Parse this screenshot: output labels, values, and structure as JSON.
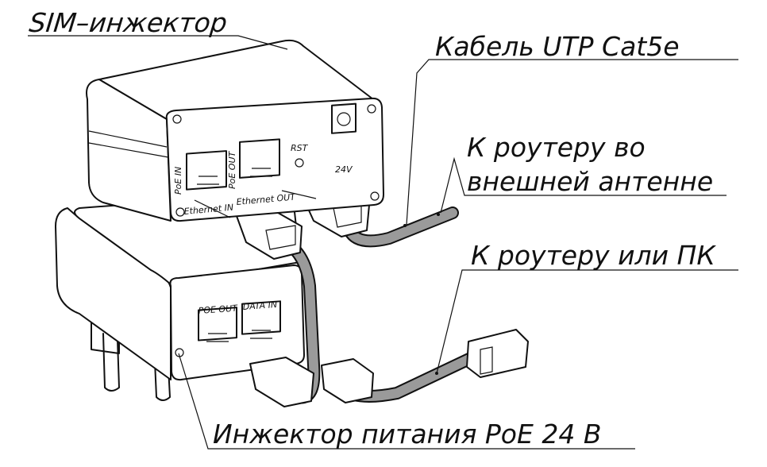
{
  "labels": {
    "sim_injector": "SIM–инжектор",
    "cable": "Кабель UTP Cat5e",
    "to_router_antenna_line1": "К роутеру во",
    "to_router_antenna_line2": "внешней антенне",
    "to_router_pc": "К роутеру или ПК",
    "poe_injector": "Инжектор питания PoE 24 В"
  },
  "sim_device": {
    "poe_in": "PoE IN",
    "poe_out": "PoE OUT",
    "ethernet_in": "Ethernet IN",
    "ethernet_out": "Ethernet OUT",
    "rst": "RST",
    "power": "24V"
  },
  "poe_device": {
    "poe_out": "POE OUT",
    "data_in": "DATA IN"
  }
}
